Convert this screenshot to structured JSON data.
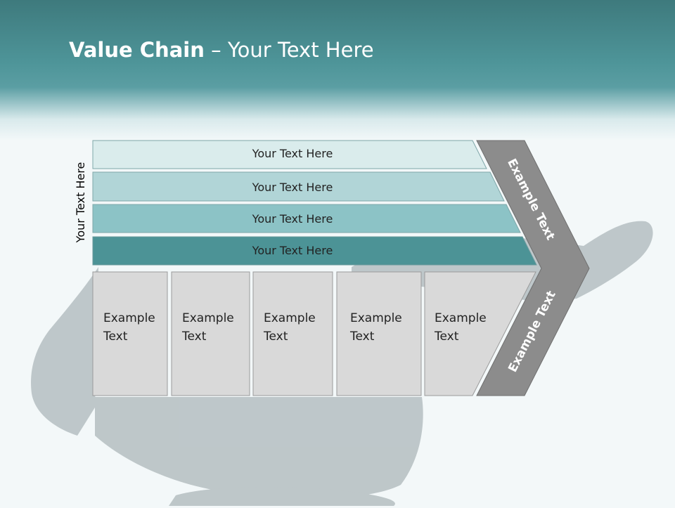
{
  "slide": {
    "title_bold": "Value Chain",
    "title_sep": " – ",
    "title_rest": "Your Text Here"
  },
  "side_label": "Your Text Here",
  "bands": [
    {
      "label": "Your Text Here",
      "color": "#daecec"
    },
    {
      "label": "Your Text Here",
      "color": "#b1d5d7"
    },
    {
      "label": "Your Text Here",
      "color": "#8cc3c6"
    },
    {
      "label": "Your Text Here",
      "color": "#4c9396"
    }
  ],
  "boxes": [
    {
      "line1": "Example",
      "line2": "Text"
    },
    {
      "line1": "Example",
      "line2": "Text"
    },
    {
      "line1": "Example",
      "line2": "Text"
    },
    {
      "line1": "Example",
      "line2": "Text"
    },
    {
      "line1": "Example",
      "line2": "Text"
    }
  ],
  "chevron": {
    "upper_label": "Example Text",
    "lower_label": "Example Text",
    "color": "#8c8c8c"
  },
  "colors": {
    "box_fill": "#d9d9d9",
    "box_stroke": "#9a9a9a",
    "header": "#4e9599"
  }
}
